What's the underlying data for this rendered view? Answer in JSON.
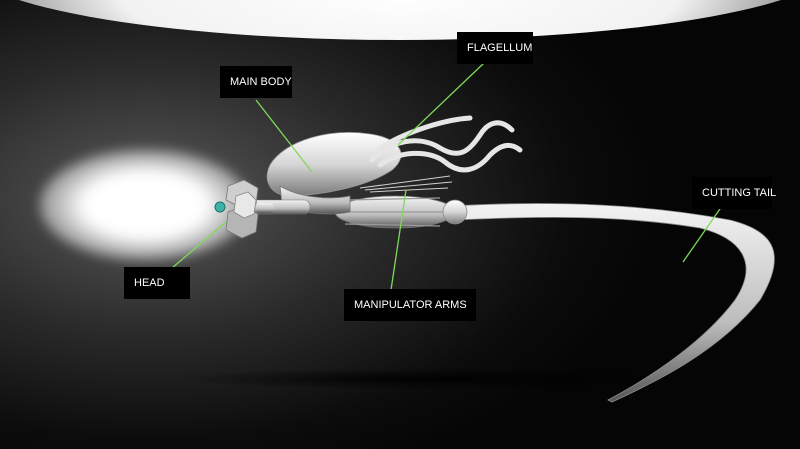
{
  "labels": {
    "main_body": "MAIN BODY",
    "flagellum": "FLAGELLUM",
    "cutting_tail": "CUTTING TAIL",
    "head": "HEAD",
    "manipulator_arms": "MANIPULATOR ARMS"
  },
  "colors": {
    "leader_line": "#7ed957",
    "label_bg": "#000000",
    "label_text": "#ffffff"
  }
}
